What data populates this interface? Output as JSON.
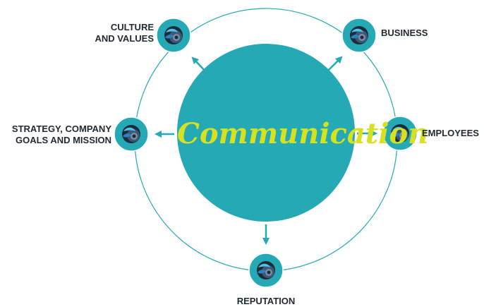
{
  "diagram": {
    "center_label": "Communication",
    "nodes": [
      {
        "id": "culture",
        "label_line1": "CULTURE",
        "label_line2": "AND VALUES"
      },
      {
        "id": "business",
        "label_line1": "BUSINESS"
      },
      {
        "id": "strategy",
        "label_line1": "STRATEGY, COMPANY",
        "label_line2": "GOALS AND MISSION"
      },
      {
        "id": "employees",
        "label_line1": "EMPLOYEES"
      },
      {
        "id": "reputation",
        "label_line1": "REPUTATION"
      }
    ],
    "colors": {
      "teal": "#25a9b5",
      "center_text": "#d6e21f",
      "label_text": "#222a33",
      "ring": "#25a9b5"
    },
    "node_icon": "globe-icon"
  }
}
